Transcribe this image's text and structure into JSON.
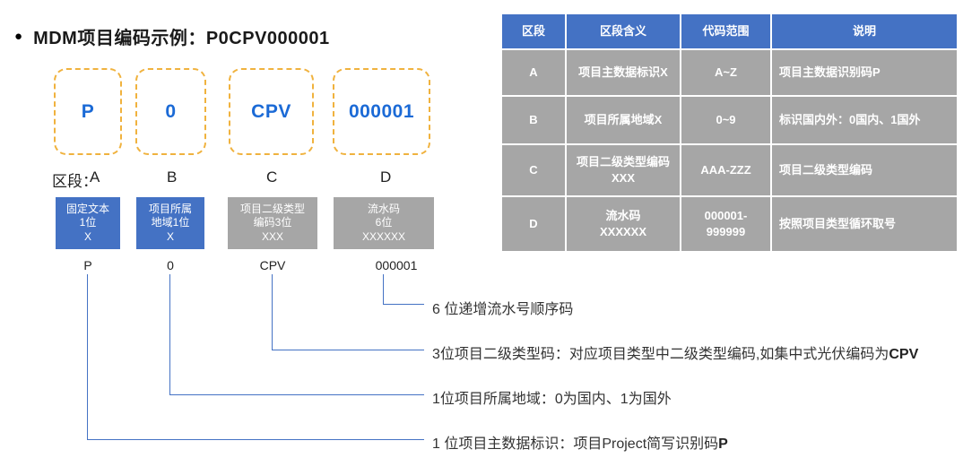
{
  "title": {
    "bullet": "●",
    "text": "MDM项目编码示例：P0CPV000001"
  },
  "code_blocks": [
    {
      "value": "P"
    },
    {
      "value": "0"
    },
    {
      "value": "CPV"
    },
    {
      "value": "000001"
    }
  ],
  "segments": {
    "label": "区段：",
    "letters": [
      "A",
      "B",
      "C",
      "D"
    ]
  },
  "field_boxes": [
    {
      "label": "固定文本\n1位\nX",
      "value": "P"
    },
    {
      "label": "项目所属\n地域1位\nX",
      "value": "0"
    },
    {
      "label": "项目二级类型\n编码3位\nXXX",
      "value": "CPV"
    },
    {
      "label": "流水码\n6位\nXXXXXX",
      "value": "000001"
    }
  ],
  "annotations": [
    {
      "text": "6 位递增流水号顺序码",
      "bold": ""
    },
    {
      "text": "3位项目二级类型码：对应项目类型中二级类型编码,如集中式光伏编码为",
      "bold": "CPV"
    },
    {
      "text": "1位项目所属地域：0为国内、1为国外",
      "bold": ""
    },
    {
      "text": "1 位项目主数据标识：项目Project简写识别码",
      "bold": "P"
    }
  ],
  "table": {
    "headers": [
      "区段",
      "区段含义",
      "代码范围",
      "说明"
    ],
    "rows": [
      {
        "seg": "A",
        "meaning": "项目主数据标识X",
        "range": "A~Z",
        "desc": "项目主数据识别码P"
      },
      {
        "seg": "B",
        "meaning": "项目所属地域X",
        "range": "0~9",
        "desc": "标识国内外：0国内、1国外"
      },
      {
        "seg": "C",
        "meaning": "项目二级类型编码\nXXX",
        "range": "AAA-ZZZ",
        "desc": "项目二级类型编码"
      },
      {
        "seg": "D",
        "meaning": "流水码\nXXXXXX",
        "range": "000001-\n999999",
        "desc": "按照项目类型循环取号"
      }
    ]
  },
  "colors": {
    "header_blue": "#4472C4",
    "row_gray": "#A6A6A6",
    "dashed_orange": "#F0B23E",
    "code_blue": "#1B6AD6",
    "connector_blue": "#4472C4"
  }
}
